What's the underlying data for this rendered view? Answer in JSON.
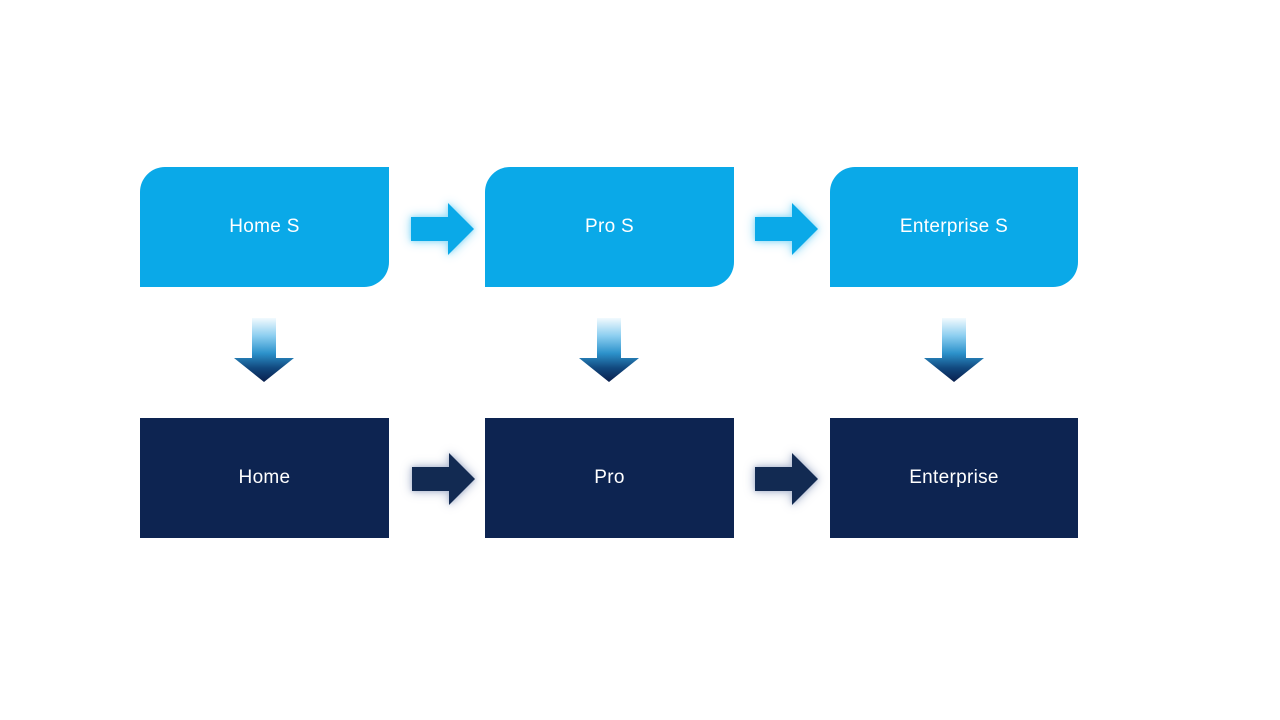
{
  "diagram": {
    "top_row": [
      {
        "label": "Home S"
      },
      {
        "label": "Pro S"
      },
      {
        "label": "Enterprise S"
      }
    ],
    "bottom_row": [
      {
        "label": "Home"
      },
      {
        "label": "Pro"
      },
      {
        "label": "Enterprise"
      }
    ],
    "colors": {
      "background": "#FFFFFF",
      "top_node_fill": "#0AA9E8",
      "top_arrow_glow": "#9ADEF8",
      "bottom_node_fill": "#0D2451",
      "bottom_arrow_fill": "#122A52",
      "bottom_arrow_glow": "#B3BDD3",
      "down_arrow_gradient_top": "#F0FAFE",
      "down_arrow_gradient_mid": "#2D92CB",
      "down_arrow_gradient_bottom": "#0A1E4C",
      "label_text": "#FFFFFF"
    }
  }
}
